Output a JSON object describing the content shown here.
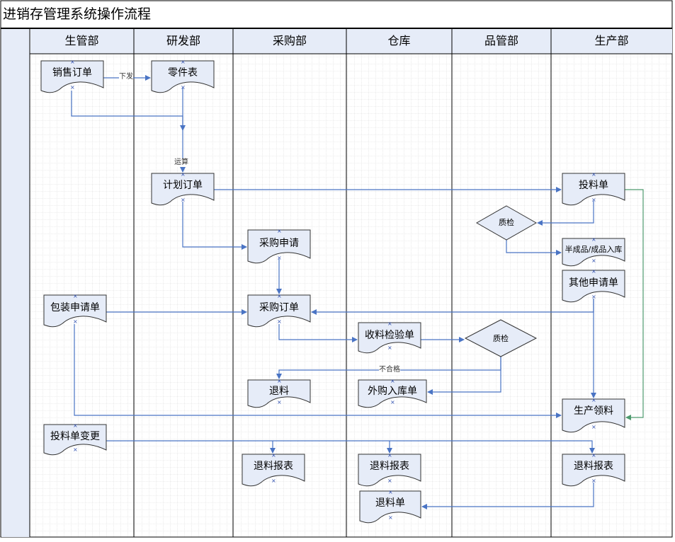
{
  "title": "进销存管理系统操作流程",
  "lanes": [
    "生管部",
    "研发部",
    "采购部",
    "仓库",
    "品管部",
    "生产部"
  ],
  "nodes": {
    "sales_order": "销售订单",
    "parts_list": "零件表",
    "plan_order": "计划订单",
    "feed_order": "投料单",
    "qc_prod": "质检",
    "semi_finished_in": "半成品/成品入库",
    "other_request": "其他申请单",
    "purchase_request": "采购申请",
    "pack_request": "包装申请单",
    "purchase_order": "采购订单",
    "receive_inspect": "收料检验单",
    "qc_receive": "质检",
    "return_material": "退料",
    "outsource_in": "外购入库单",
    "prod_pick": "生产领料",
    "feed_change": "投料单变更",
    "return_report_purchase": "退料报表",
    "return_report_warehouse": "退料报表",
    "return_report_prod": "退料报表",
    "return_slip": "退料单"
  },
  "edge_labels": {
    "issue": "下发",
    "calculate": "运算",
    "fail": "不合格"
  },
  "colors": {
    "doc_fill": "#e6ecf8",
    "doc_stroke": "#333333",
    "edge": "#4a74c4",
    "edge_green": "#4e9a6e",
    "grid": "#b8b8b8",
    "frame": "#000000",
    "marker": "#3050b0"
  }
}
